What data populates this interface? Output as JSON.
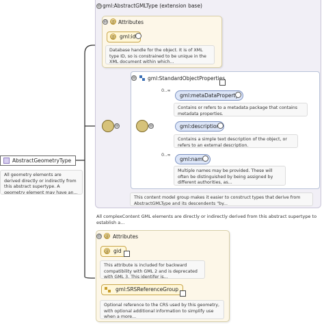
{
  "extension": {
    "title": "gml:AbstractGMLType (extension base)",
    "collapse_symbol": "⊖"
  },
  "attributes_top": {
    "title": "Attributes",
    "attr_name": "gml:id",
    "doc": "Database handle for the object. It is of XML type ID, so is constrained to be unique in the XML document within which..."
  },
  "group": {
    "title": "gml:StandardObjectProperties",
    "elements": [
      {
        "name": "gml:metaDataProperty",
        "card": "0..∞",
        "doc": "Contains or refers to a metadata package that contains metadata properties."
      },
      {
        "name": "gml:description",
        "card": "",
        "doc": "Contains a simple text description of the object, or refers to an external description."
      },
      {
        "name": "gml:name",
        "card": "0..∞",
        "doc": "Multiple names may be provided. These will often be distinguished by being assigned by different authorities, as..."
      }
    ],
    "group_doc": "This content model group makes it easier to construct types that derive from AbstractGMLType and its descendents \"by..."
  },
  "extension_doc": "All complexContent GML elements are directly or indirectly derived from this abstract supertype to establish a...",
  "root": {
    "name": "AbstractGeometryType",
    "doc": "All geometry elements are derived directly or indirectly from this abstract supertype. A geometry element may have an..."
  },
  "attributes_bottom": {
    "title": "Attributes",
    "gid_name": "gid",
    "gid_doc": "This attribute is included for backward compatibility with GML 2 and is deprecated with GML 3. This identifer is...",
    "srs_name": "gml:SRSReferenceGroup",
    "srs_doc": "Optional reference to the CRS used by this geometry, with optional additional information to simplify use when a more..."
  },
  "colors": {
    "extension_bg": "#f1eff6",
    "attribute_bg": "#fdf7e8",
    "element_pill": "#dde6f8",
    "sequence": "#d6c27a"
  }
}
